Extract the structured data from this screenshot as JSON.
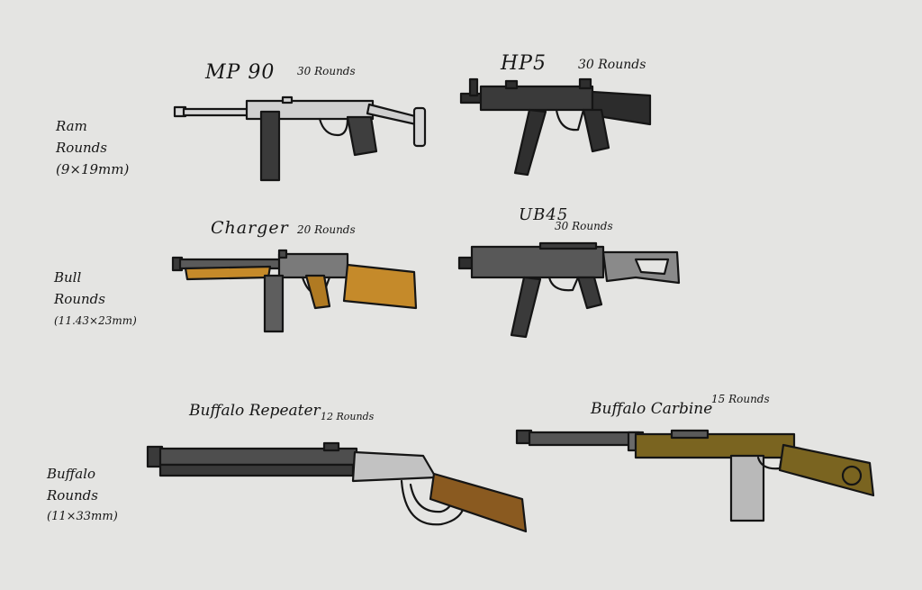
{
  "categories": [
    {
      "name": "Ram",
      "type": "Rounds",
      "caliber": "(9×19mm)"
    },
    {
      "name": "Bull",
      "type": "Rounds",
      "caliber": "(11.43×23mm)"
    },
    {
      "name": "Buffalo",
      "type": "Rounds",
      "caliber": "(11×33mm)"
    }
  ],
  "weapons": [
    {
      "name": "MP 90",
      "rounds": "30 Rounds"
    },
    {
      "name": "HP5",
      "rounds": "30 Rounds"
    },
    {
      "name": "Charger",
      "rounds": "20 Rounds"
    },
    {
      "name": "UB45",
      "rounds": "30 Rounds"
    },
    {
      "name": "Buffalo Repeater",
      "rounds": "12 Rounds"
    },
    {
      "name": "Buffalo Carbine",
      "rounds": "15 Rounds"
    }
  ],
  "colors": {
    "paper": "#e4e4e2",
    "ink": "#151515",
    "dark_metal": "#3b3b3b",
    "grey_metal": "#6e6e6e",
    "light_metal": "#c9c9c9",
    "wood_yellow": "#c58a2a",
    "wood_brown": "#8a5a20",
    "wood_olive": "#7a6420"
  }
}
